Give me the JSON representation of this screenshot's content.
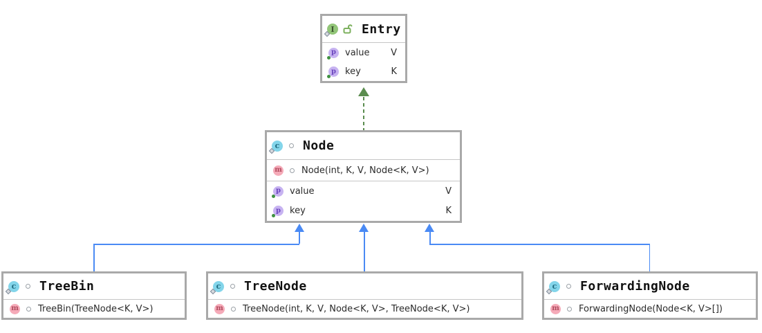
{
  "icons": {
    "interface_letter": "I",
    "class_letter": "c",
    "method_letter": "m",
    "property_letter": "p"
  },
  "classes": {
    "entry": {
      "name": "Entry",
      "stereotype": "interface",
      "properties": [
        {
          "name": "value",
          "type": "V"
        },
        {
          "name": "key",
          "type": "K"
        }
      ]
    },
    "node": {
      "name": "Node",
      "stereotype": "class",
      "methods": [
        {
          "signature": "Node(int, K, V, Node<K, V>)"
        }
      ],
      "properties": [
        {
          "name": "value",
          "type": "V"
        },
        {
          "name": "key",
          "type": "K"
        }
      ]
    },
    "treebin": {
      "name": "TreeBin",
      "stereotype": "class",
      "methods": [
        {
          "signature": "TreeBin(TreeNode<K, V>)"
        }
      ]
    },
    "treenode": {
      "name": "TreeNode",
      "stereotype": "class",
      "methods": [
        {
          "signature": "TreeNode(int, K, V, Node<K, V>, TreeNode<K, V>)"
        }
      ]
    },
    "forwardingnode": {
      "name": "ForwardingNode",
      "stereotype": "class",
      "methods": [
        {
          "signature": "ForwardingNode(Node<K, V>[])"
        }
      ]
    }
  },
  "edges": [
    {
      "from": "Node",
      "to": "Entry",
      "type": "realization",
      "style": "dashed",
      "color": "#5a8c4e"
    },
    {
      "from": "TreeBin",
      "to": "Node",
      "type": "generalization",
      "style": "solid",
      "color": "#4a8af4"
    },
    {
      "from": "TreeNode",
      "to": "Node",
      "type": "generalization",
      "style": "solid",
      "color": "#4a8af4"
    },
    {
      "from": "ForwardingNode",
      "to": "Node",
      "type": "generalization",
      "style": "solid",
      "color": "#4a8af4"
    }
  ],
  "colors": {
    "box_border": "#a9a9a9",
    "inheritance_blue": "#4a8af4",
    "realization_green": "#5a8c4e",
    "interface_icon_bg": "#92c578",
    "class_icon_bg": "#83d5ea",
    "method_icon_bg": "#f5aab8",
    "property_icon_bg": "#c7b3f1"
  }
}
